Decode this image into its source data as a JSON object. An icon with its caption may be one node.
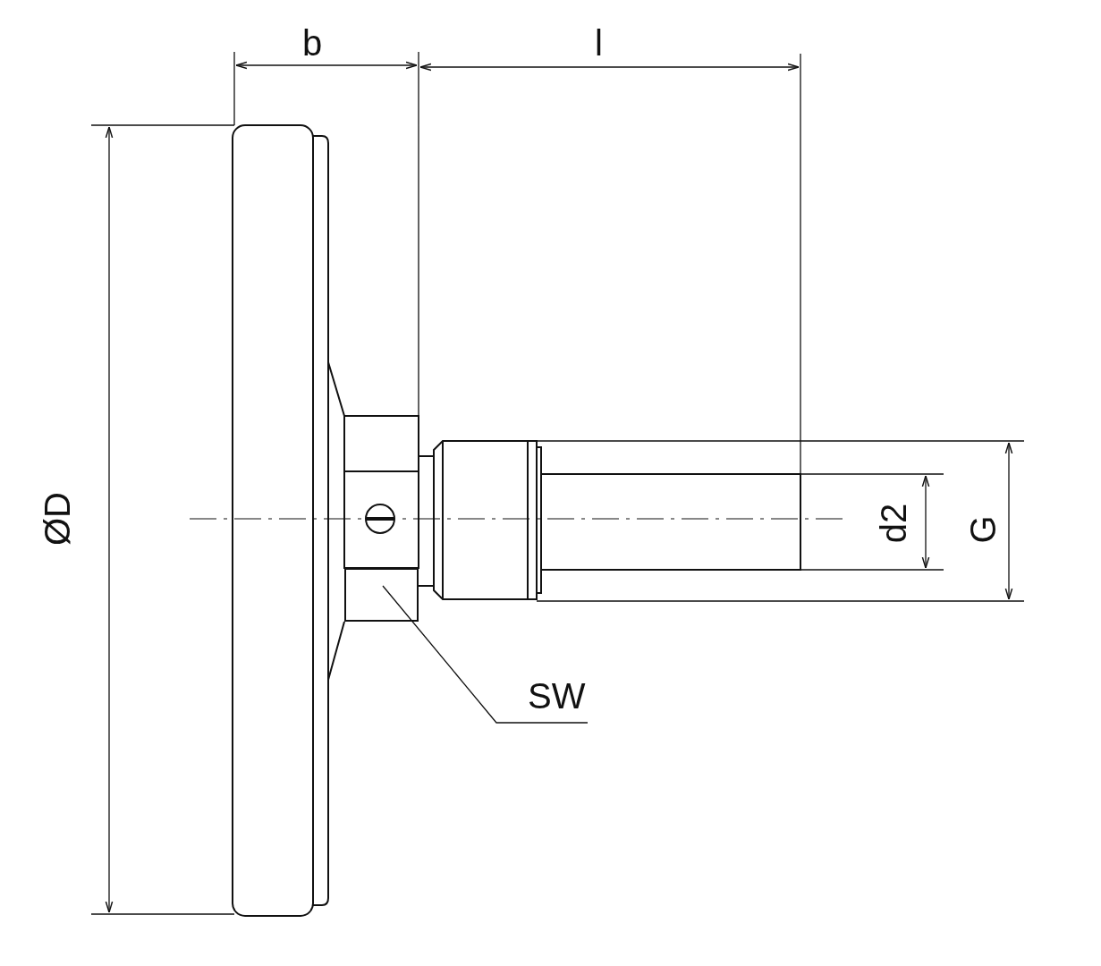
{
  "diagram": {
    "nodes": [
      {
        "text": [
          "SW"
        ]
      },
      {
        "text": [],
        "shape": "box"
      }
    ],
    "edges": [
      {
        "from": 0,
        "to": 1,
        "arrow": "none"
      }
    ],
    "labels": [
      "b",
      "l",
      "ØD",
      "d2",
      "G"
    ]
  }
}
